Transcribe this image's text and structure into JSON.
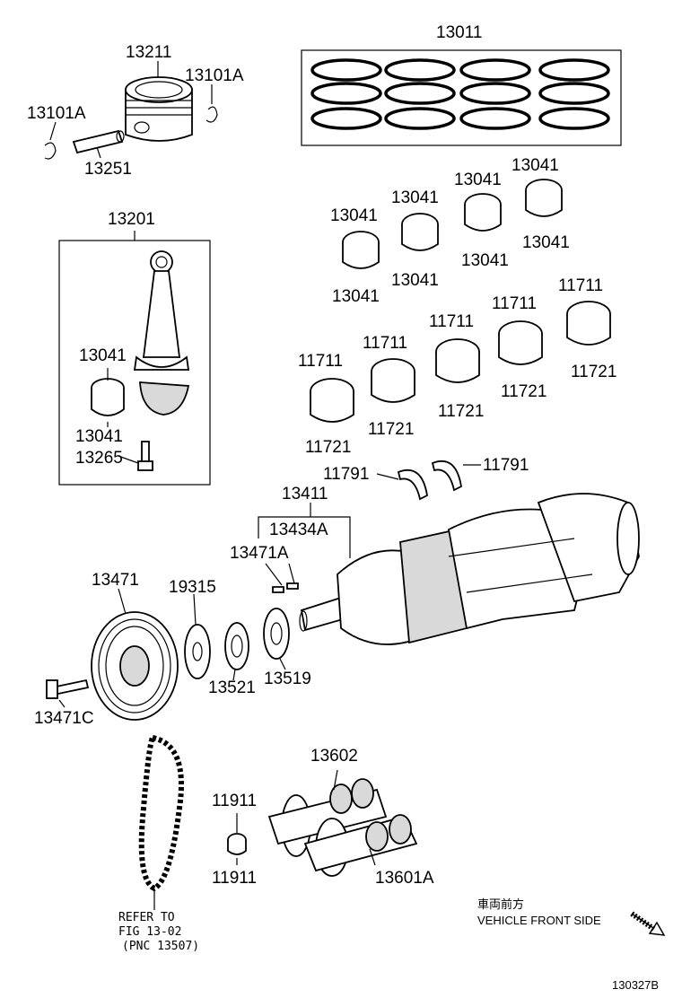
{
  "labels": {
    "p13011": "13011",
    "p13211": "13211",
    "p13101a_l": "13101A",
    "p13101a_r": "13101A",
    "p13251": "13251",
    "p13201": "13201",
    "p13041_rod_top": "13041",
    "p13041_rod_bot": "13041",
    "p13265": "13265",
    "p13041_a1": "13041",
    "p13041_a2": "13041",
    "p13041_b1": "13041",
    "p13041_b2": "13041",
    "p13041_c1": "13041",
    "p13041_c2": "13041",
    "p13041_d1": "13041",
    "p13041_d2": "13041",
    "p11711_a": "11711",
    "p11711_b": "11711",
    "p11711_c": "11711",
    "p11711_d": "11711",
    "p11711_e": "11711",
    "p11721_a": "11721",
    "p11721_b": "11721",
    "p11721_c": "11721",
    "p11721_d": "11721",
    "p11721_e": "11721",
    "p11791_l": "11791",
    "p11791_r": "11791",
    "p13411": "13411",
    "p13434a": "13434A",
    "p13471a": "13471A",
    "p13471": "13471",
    "p19315": "19315",
    "p13521": "13521",
    "p13519": "13519",
    "p13471c": "13471C",
    "p13602": "13602",
    "p11911_t": "11911",
    "p11911_b": "11911",
    "p13601a": "13601A"
  },
  "notes": {
    "refer_line1": "REFER TO",
    "refer_line2": "FIG 13-02",
    "refer_line3": "(PNC 13507)",
    "front_jp": "車両前方",
    "front_en": "VEHICLE FRONT SIDE",
    "figure_id": "130327B"
  }
}
